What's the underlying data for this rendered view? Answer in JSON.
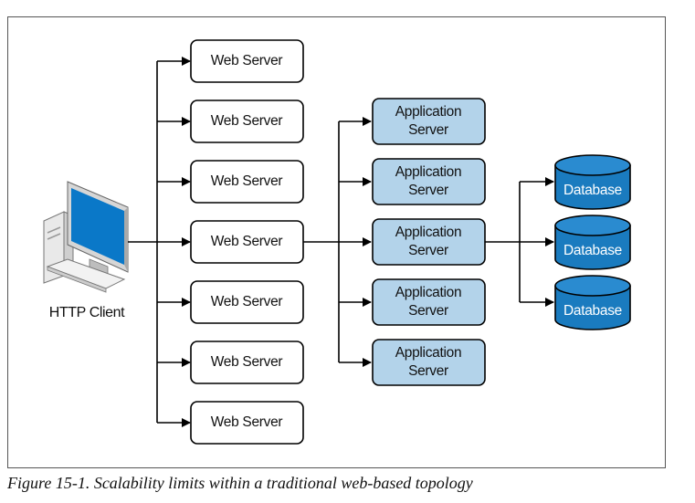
{
  "client": {
    "label": "HTTP Client",
    "icon": "desktop-computer-icon"
  },
  "web_servers": [
    {
      "label": "Web Server"
    },
    {
      "label": "Web Server"
    },
    {
      "label": "Web Server"
    },
    {
      "label": "Web Server"
    },
    {
      "label": "Web Server"
    },
    {
      "label": "Web Server"
    },
    {
      "label": "Web Server"
    }
  ],
  "app_servers": [
    {
      "line1": "Application",
      "line2": "Server"
    },
    {
      "line1": "Application",
      "line2": "Server"
    },
    {
      "line1": "Application",
      "line2": "Server"
    },
    {
      "line1": "Application",
      "line2": "Server"
    },
    {
      "line1": "Application",
      "line2": "Server"
    }
  ],
  "databases": [
    {
      "label": "Database"
    },
    {
      "label": "Database"
    },
    {
      "label": "Database"
    }
  ],
  "caption": "Figure 15-1. Scalability limits within a traditional web-based topology",
  "colors": {
    "app_fill": "#b3d3ea",
    "db_fill": "#1a7bbf",
    "db_top": "#2a8bd0",
    "monitor_screen": "#0a78c8"
  }
}
